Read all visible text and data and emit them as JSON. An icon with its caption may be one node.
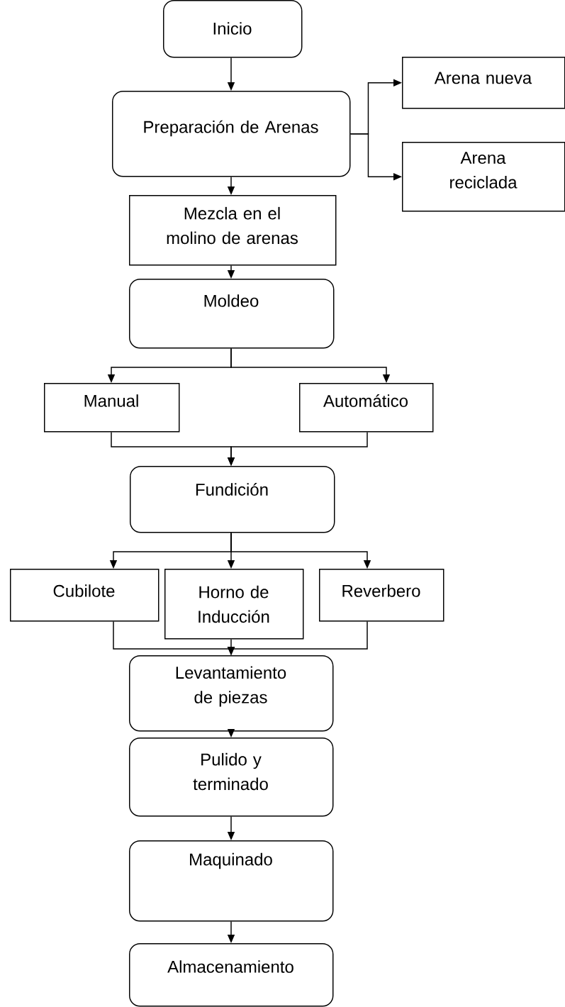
{
  "diagram": {
    "nodes": [
      {
        "text": [
          "Inicio"
        ]
      },
      {
        "text": [
          "Preparación de Arenas"
        ]
      },
      {
        "text": [
          "Arena nueva"
        ]
      },
      {
        "text": [
          "Arena reciclada"
        ]
      },
      {
        "text": [
          "Mezcla en el molino de arenas"
        ]
      },
      {
        "text": [
          "Moldeo"
        ]
      },
      {
        "text": [
          "Manual"
        ]
      },
      {
        "text": [
          "Automático"
        ]
      },
      {
        "text": [
          "Fundición"
        ]
      },
      {
        "text": [
          "Cubilote"
        ]
      },
      {
        "text": [
          "Horno de Inducción"
        ]
      },
      {
        "text": [
          "Reverbero"
        ]
      },
      {
        "text": [
          "Levantamiento de piezas"
        ]
      },
      {
        "text": [
          "Pulido y terminado"
        ]
      },
      {
        "text": [
          "Maquinado"
        ]
      },
      {
        "text": [
          "Almacenamiento"
        ]
      }
    ],
    "edges": [
      {
        "from": 0,
        "to": 1,
        "arrow": "to"
      },
      {
        "from": 1,
        "to": 2,
        "arrow": "to"
      },
      {
        "from": 1,
        "to": 3,
        "arrow": "to"
      },
      {
        "from": 1,
        "to": 4,
        "arrow": "to"
      },
      {
        "from": 4,
        "to": 5,
        "arrow": "to"
      },
      {
        "from": 5,
        "to": 6,
        "arrow": "to"
      },
      {
        "from": 5,
        "to": 7,
        "arrow": "to"
      },
      {
        "from": 6,
        "to": 8,
        "arrow": "to"
      },
      {
        "from": 7,
        "to": 8,
        "arrow": "to"
      },
      {
        "from": 8,
        "to": 9,
        "arrow": "to"
      },
      {
        "from": 8,
        "to": 10,
        "arrow": "to"
      },
      {
        "from": 8,
        "to": 11,
        "arrow": "to"
      },
      {
        "from": 9,
        "to": 12,
        "arrow": "to"
      },
      {
        "from": 10,
        "to": 12,
        "arrow": "to"
      },
      {
        "from": 11,
        "to": 12,
        "arrow": "to"
      },
      {
        "from": 12,
        "to": 13,
        "arrow": "to"
      },
      {
        "from": 13,
        "to": 14,
        "arrow": "to"
      },
      {
        "from": 14,
        "to": 15,
        "arrow": "to"
      }
    ]
  }
}
